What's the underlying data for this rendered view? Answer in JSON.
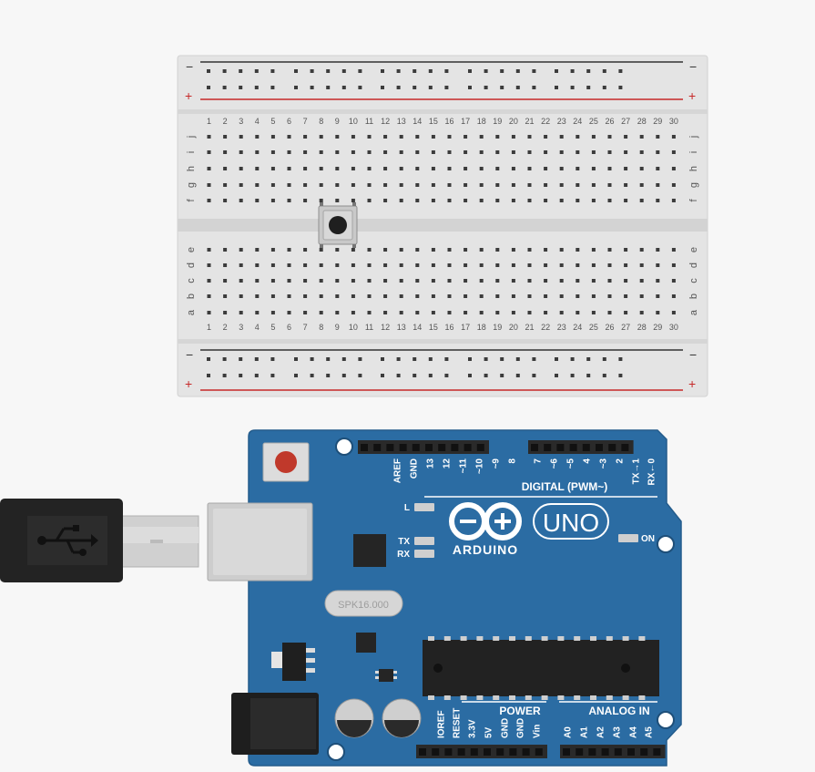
{
  "breadboard": {
    "columns": [
      "1",
      "2",
      "3",
      "4",
      "5",
      "6",
      "7",
      "8",
      "9",
      "10",
      "11",
      "12",
      "13",
      "14",
      "15",
      "16",
      "17",
      "18",
      "19",
      "20",
      "21",
      "22",
      "23",
      "24",
      "25",
      "26",
      "27",
      "28",
      "29",
      "30"
    ],
    "top_rows": [
      "j",
      "i",
      "h",
      "g",
      "f"
    ],
    "bottom_rows": [
      "e",
      "d",
      "c",
      "b",
      "a"
    ],
    "rail_minus": "−",
    "rail_plus": "+",
    "colors": {
      "body": "#e4e4e4",
      "hole": "#3c3c3c",
      "rail_red": "#c62828",
      "rail_black": "#333333"
    }
  },
  "arduino": {
    "logo_text": "ARDUINO",
    "model": "UNO",
    "digital_header": "DIGITAL (PWM~)",
    "digital_pins": [
      "AREF",
      "GND",
      "13",
      "12",
      "~11",
      "~10",
      "~9",
      "8",
      "7",
      "~6",
      "~5",
      "4",
      "~3",
      "2",
      "TX→1",
      "RX←0"
    ],
    "led_labels": {
      "l": "L",
      "tx": "TX",
      "rx": "RX",
      "on": "ON"
    },
    "power_header": "POWER",
    "power_pins": [
      "IOREF",
      "RESET",
      "3.3V",
      "5V",
      "GND",
      "GND",
      "Vin"
    ],
    "analog_header": "ANALOG IN",
    "analog_pins": [
      "A0",
      "A1",
      "A2",
      "A3",
      "A4",
      "A5"
    ],
    "crystal_text": "SPK16.000",
    "colors": {
      "board": "#2b6ca3",
      "header": "#2a2a2a",
      "reset": "#c0392b"
    }
  },
  "usb_cable": {
    "icon": "usb-icon"
  },
  "pushbutton": {
    "icon": "pushbutton-icon"
  }
}
